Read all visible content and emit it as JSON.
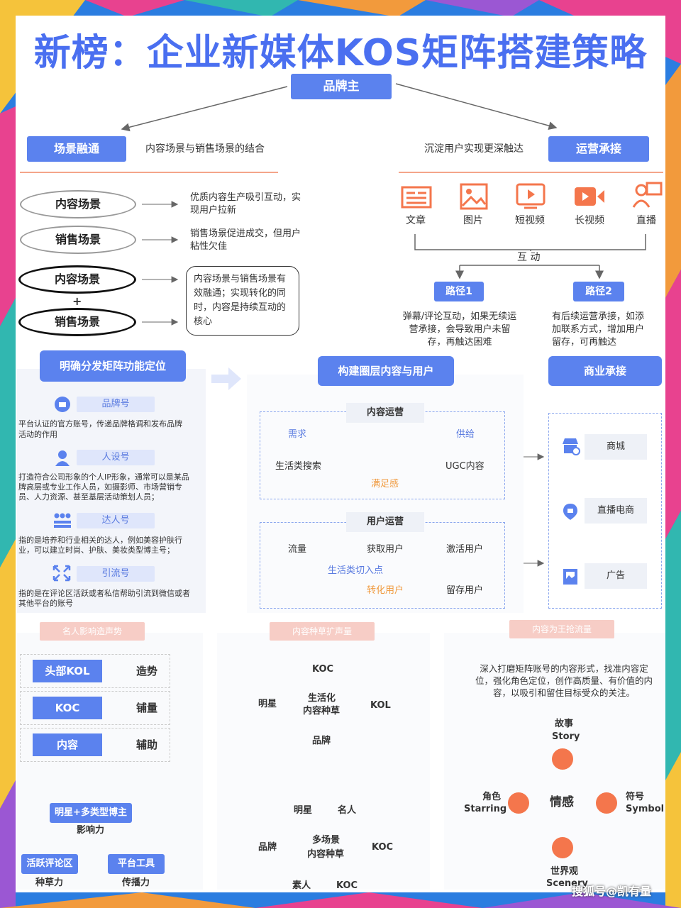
{
  "title": "新榜：企业新媒体KOS矩阵搭建策略",
  "brand_owner": "品牌主",
  "left_branch": {
    "label": "场景融通",
    "desc": "内容场景与销售场景的结合"
  },
  "right_branch": {
    "label": "运营承接",
    "desc": "沉淀用户实现更深触达"
  },
  "scenes": [
    {
      "name": "内容场景",
      "desc": "优质内容生产吸引互动，实现用户拉新"
    },
    {
      "name": "销售场景",
      "desc": "销售场景促进成交，但用户粘性欠佳"
    }
  ],
  "combo": {
    "a": "内容场景",
    "plus": "+",
    "b": "销售场景",
    "desc": "内容场景与销售场景有效融通；实现转化的同时，内容是持续互动的核心"
  },
  "formats": [
    "文章",
    "图片",
    "短视频",
    "长视频",
    "直播"
  ],
  "interaction": "互  动",
  "paths": [
    {
      "label": "路径1",
      "desc": "弹幕/评论互动，如果无续运营承接，会导致用户未留存，再触达困难"
    },
    {
      "label": "路径2",
      "desc": "有后续运营承接，如添加联系方式，增加用户留存，可再触达"
    }
  ],
  "matrix": {
    "header": "明确分发矩阵功能定位",
    "items": [
      {
        "tag": "品牌号",
        "desc": "平台认证的官方账号，传递品牌格调和发布品牌活动的作用",
        "icon": "brand-icon"
      },
      {
        "tag": "人设号",
        "desc": "打造符合公司形象的个人IP形象，通常可以是某品牌高层或专业工作人员，如摄影师、市场营销专员、人力资源、甚至基层活动策划人员；",
        "icon": "person-icon"
      },
      {
        "tag": "达人号",
        "desc": "指的是培养和行业相关的达人，例如美容护肤行业，可以建立时尚、护肤、美妆类型博主号；",
        "icon": "group-icon"
      },
      {
        "tag": "引流号",
        "desc": "指的是在评论区活跃或者私信帮助引流到微信或者其他平台的账号",
        "icon": "arrows-icon"
      }
    ]
  },
  "circle": {
    "header": "构建圈层内容与用户",
    "content_ops": {
      "title": "内容运营",
      "demand": "需求",
      "supply": "供给",
      "search": "生活类搜索",
      "ugc": "UGC内容",
      "satisfy": "满足感"
    },
    "user_ops": {
      "title": "用户运营",
      "traffic": "流量",
      "acquire": "获取用户",
      "activate": "激活用户",
      "entry": "生活类切入点",
      "convert": "转化用户",
      "retain": "留存用户"
    }
  },
  "commerce": {
    "header": "商业承接",
    "items": [
      "商城",
      "直播电商",
      "广告"
    ]
  },
  "celebrity": {
    "tag": "名人影响造声势",
    "rows": [
      {
        "k": "头部KOL",
        "v": "造势"
      },
      {
        "k": "KOC",
        "v": "铺量"
      },
      {
        "k": "内容",
        "v": "辅助"
      }
    ],
    "star": "明星+多类型博主",
    "influence": "影响力",
    "active": "活跃评论区",
    "platform": "平台工具",
    "seed": "种草力",
    "spread": "传播力"
  },
  "seeding": {
    "tag": "内容种草扩声量",
    "top": {
      "n": "KOC",
      "w": "明星",
      "e": "KOL",
      "s": "品牌",
      "center1": "生活化",
      "center2": "内容种草"
    },
    "plus": "+",
    "bottom": {
      "tl": "明星",
      "tr": "名人",
      "w": "品牌",
      "e": "KOC",
      "bl": "素人",
      "br": "KOC",
      "center1": "多场景",
      "center2": "内容种草"
    }
  },
  "king": {
    "tag": "内容为王抢流量",
    "desc": "深入打磨矩阵账号的内容形式，找准内容定位，强化角色定位，创作高质量、有价值的内容，以吸引和留住目标受众的关注。",
    "center": "情感",
    "top": {
      "cn": "故事",
      "en": "Story"
    },
    "left": {
      "cn": "角色",
      "en": "Starring"
    },
    "right": {
      "cn": "符号",
      "en": "Symbol"
    },
    "bottom": {
      "cn": "世界观",
      "en": "Scenery"
    }
  },
  "watermark": "搜狐号@凯有量",
  "colors": {
    "accent": "#5b82ee",
    "orange": "#f4764c",
    "title": "#4a6ff0"
  }
}
